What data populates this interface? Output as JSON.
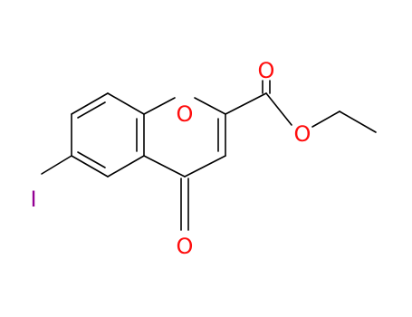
{
  "molecule": {
    "atoms": [
      {
        "id": "O1",
        "symbol": "O",
        "color": "#ff0d0d",
        "label": "O"
      },
      {
        "id": "O4",
        "symbol": "O",
        "color": "#ff0d0d",
        "label": "O"
      },
      {
        "id": "Oc",
        "symbol": "O",
        "color": "#ff0d0d",
        "label": "O"
      },
      {
        "id": "Oe",
        "symbol": "O",
        "color": "#ff0d0d",
        "label": "O"
      },
      {
        "id": "I",
        "symbol": "I",
        "color": "#940094",
        "label": "I"
      }
    ],
    "bond_color": "#000000"
  }
}
